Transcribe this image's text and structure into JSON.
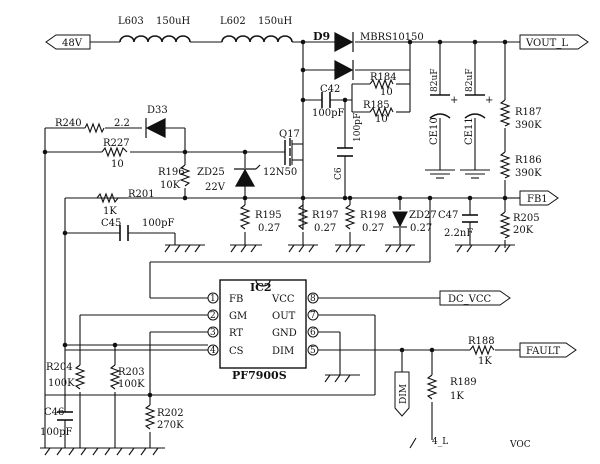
{
  "ports": {
    "vin": "48V",
    "vout": "VOUT_L",
    "fb": "FB1",
    "dc_vcc": "DC_VCC",
    "fault": "FAULT",
    "dim": "DIM",
    "bottom1": "4_L",
    "bottom2": "VOC"
  },
  "components": {
    "L603": {
      "ref": "L603",
      "val": "150uH"
    },
    "L602": {
      "ref": "L602",
      "val": "150uH"
    },
    "D9": {
      "ref": "D9",
      "val": "MBRS10150"
    },
    "R184": {
      "ref": "R184",
      "val": "10"
    },
    "R185": {
      "ref": "R185",
      "val": "10"
    },
    "C42": {
      "ref": "C42",
      "val": "100pF"
    },
    "C6": {
      "ref": "C6",
      "val": "100pF"
    },
    "CE10": {
      "ref": "CE10",
      "val": "82uF"
    },
    "CE11": {
      "ref": "CE11",
      "val": "82uF"
    },
    "R187": {
      "ref": "R187",
      "val": "390K"
    },
    "R186": {
      "ref": "R186",
      "val": "390K"
    },
    "R240": {
      "ref": "R240",
      "val": "2.2"
    },
    "D33": {
      "ref": "D33"
    },
    "R227": {
      "ref": "R227",
      "val": "10"
    },
    "R196": {
      "ref": "R196",
      "val": "10K"
    },
    "ZD25": {
      "ref": "ZD25",
      "val": "22V"
    },
    "Q17": {
      "ref": "Q17",
      "val": "12N50"
    },
    "R201": {
      "ref": "R201",
      "val": "1K"
    },
    "C45": {
      "ref": "C45",
      "val": "100pF"
    },
    "R195": {
      "ref": "R195",
      "val": "0.27"
    },
    "R197": {
      "ref": "R197",
      "val": "0.27"
    },
    "R198": {
      "ref": "R198",
      "val": "0.27"
    },
    "ZD27": {
      "ref": "ZD27",
      "val": "0.27"
    },
    "C47": {
      "ref": "C47",
      "val": "2.2nF"
    },
    "R205": {
      "ref": "R205",
      "val": "20K"
    },
    "R204": {
      "ref": "R204",
      "val": "100K"
    },
    "R203": {
      "ref": "R203",
      "val": "100K"
    },
    "R202": {
      "ref": "R202",
      "val": "270K"
    },
    "C46": {
      "ref": "C46",
      "val": "100pF"
    },
    "R188": {
      "ref": "R188",
      "val": "1K"
    },
    "R189": {
      "ref": "R189",
      "val": "1K"
    }
  },
  "ic": {
    "ref": "IC2",
    "part": "PF7900S",
    "pins_left": [
      {
        "num": "1",
        "name": "FB"
      },
      {
        "num": "2",
        "name": "GM"
      },
      {
        "num": "3",
        "name": "RT"
      },
      {
        "num": "4",
        "name": "CS"
      }
    ],
    "pins_right": [
      {
        "num": "8",
        "name": "VCC"
      },
      {
        "num": "7",
        "name": "OUT"
      },
      {
        "num": "6",
        "name": "GND"
      },
      {
        "num": "5",
        "name": "DIM"
      }
    ]
  }
}
